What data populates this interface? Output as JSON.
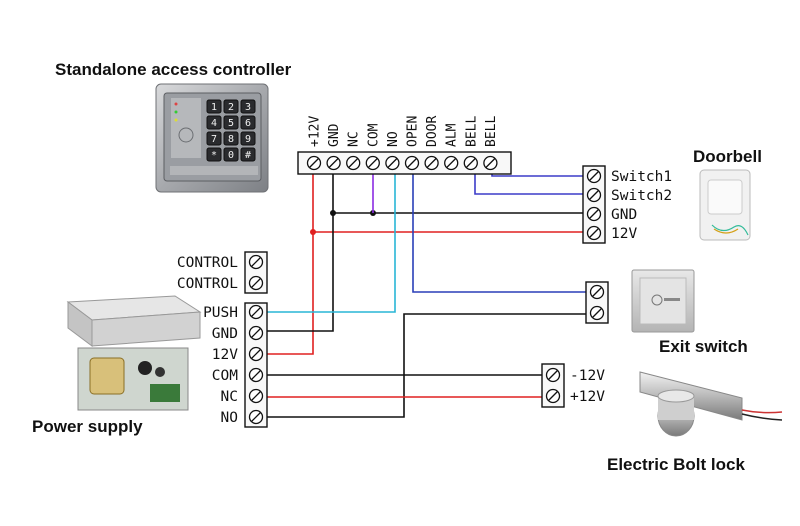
{
  "titles": {
    "controller": "Standalone access controller",
    "doorbell": "Doorbell",
    "power": "Power supply",
    "exit": "Exit switch",
    "lock": "Electric Bolt lock"
  },
  "controller_terminals": [
    "+12V",
    "GND",
    "NC",
    "COM",
    "NO",
    "OPEN",
    "DOOR",
    "ALM",
    "BELL",
    "BELL"
  ],
  "doorbell_terminals": [
    "Switch1",
    "Switch2",
    "GND",
    "12V"
  ],
  "power_terminals": [
    "CONTROL",
    "CONTROL",
    "PUSH",
    "GND",
    "12V",
    "COM",
    "NC",
    "NO"
  ],
  "lock_terminals": [
    "-12V",
    "+12V"
  ],
  "keypad": {
    "keys": [
      "1",
      "2",
      "3",
      "4",
      "5",
      "6",
      "7",
      "8",
      "9",
      "*",
      "0",
      "#"
    ]
  },
  "colors": {
    "red": "#e02020",
    "black": "#111111",
    "purple": "#8a2be2",
    "cyan": "#29b6d6",
    "blue": "#2a3fb8",
    "bell_blue": "#3c3cc8"
  }
}
